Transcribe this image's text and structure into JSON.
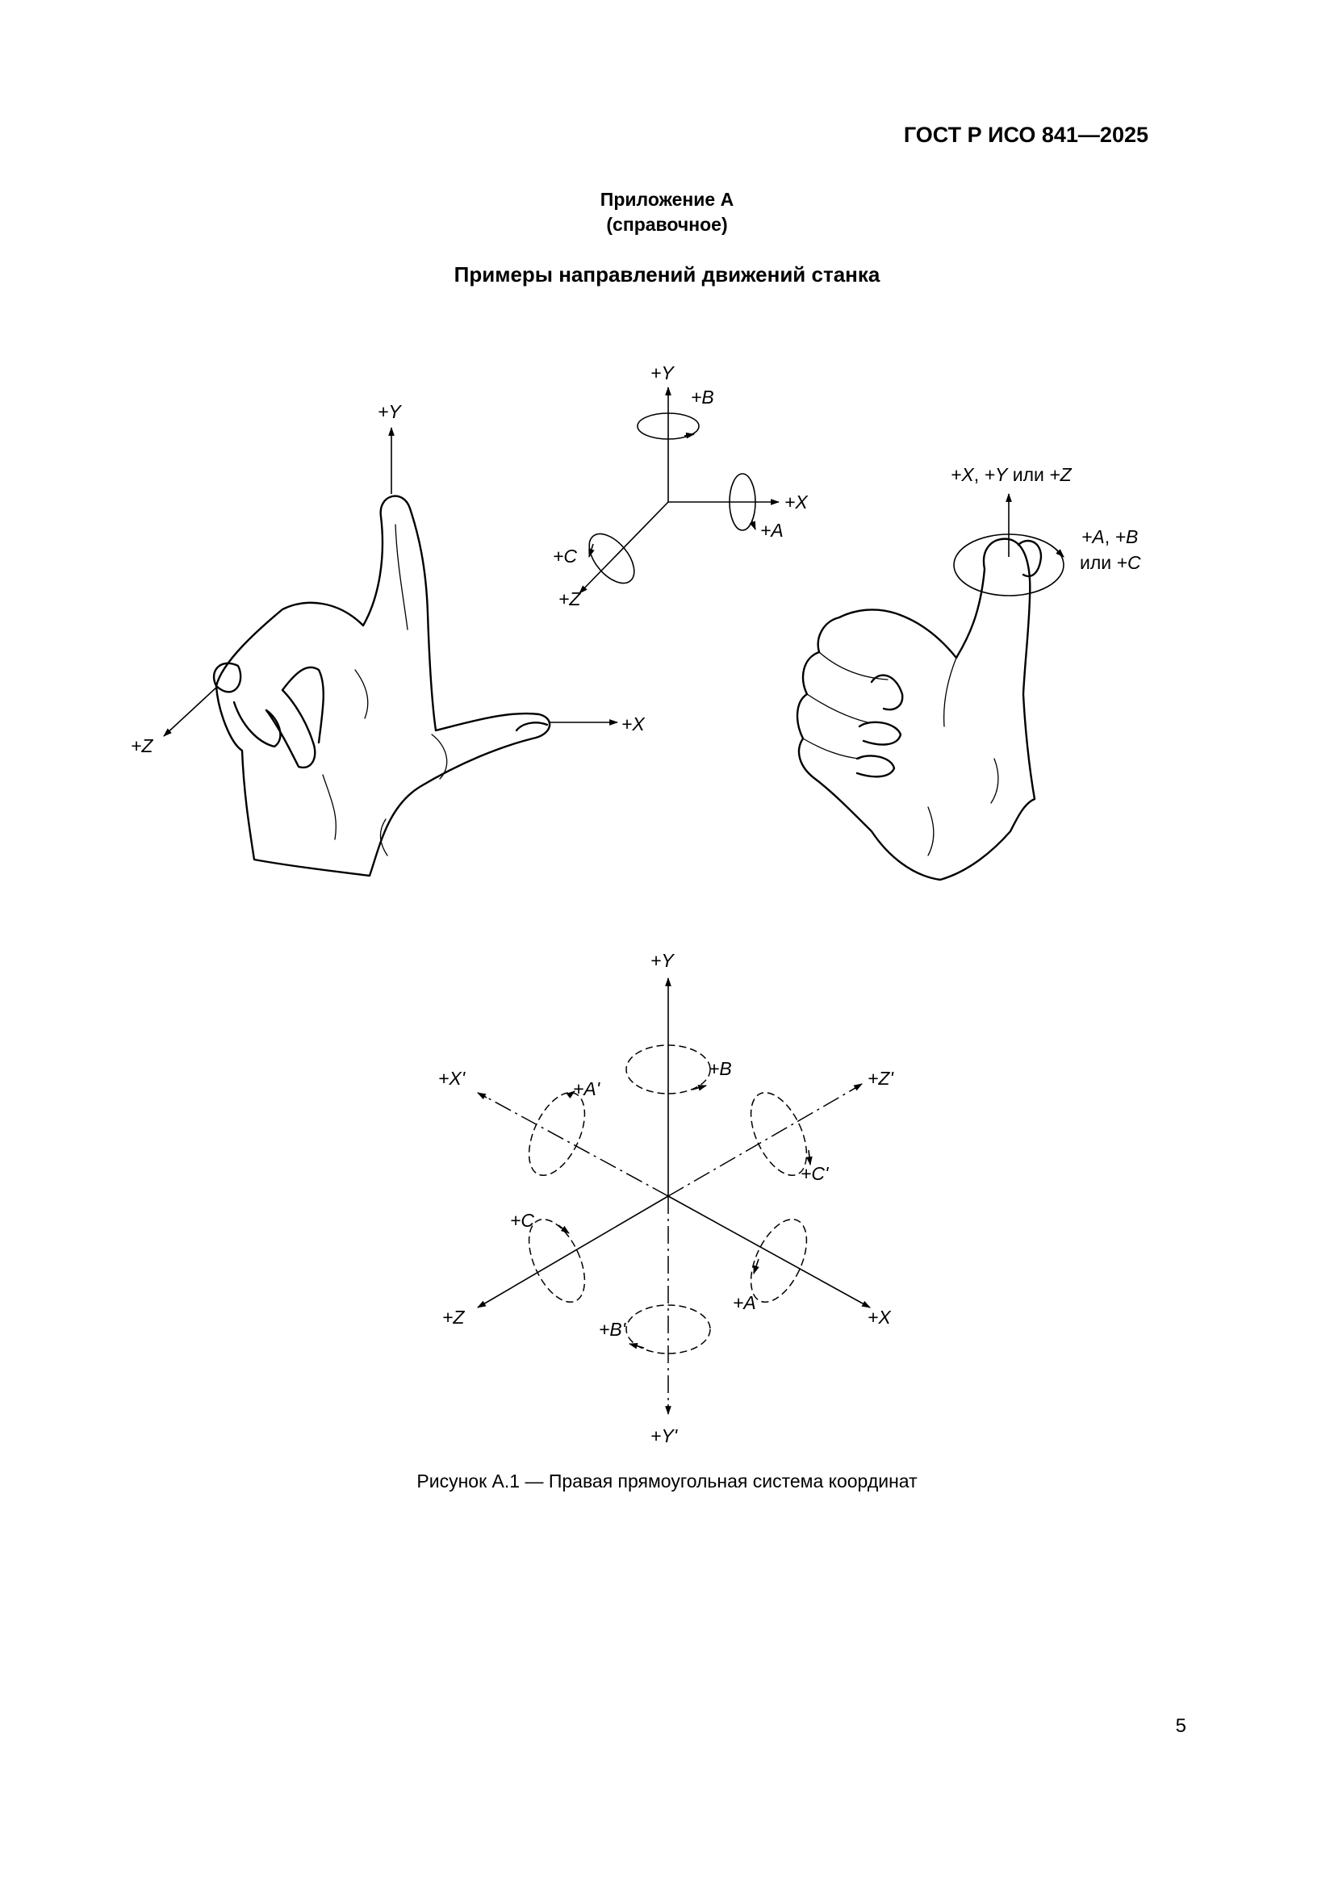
{
  "header": {
    "doc_id": "ГОСТ Р ИСО 841—2025"
  },
  "annex": {
    "line1": "Приложение А",
    "line2": "(справочное)"
  },
  "section_title": "Примеры направлений движений станка",
  "figure_left_hand": {
    "label_y": "+Y",
    "label_x": "+X",
    "label_z": "+Z"
  },
  "figure_axes_small": {
    "label_y": "+Y",
    "label_b": "+B",
    "label_x": "+X",
    "label_a": "+A",
    "label_c": "+C",
    "label_z": "+Z"
  },
  "figure_right_hand": {
    "label_axis_x": "+X",
    "label_axis_sep1": ", ",
    "label_axis_y": "+Y",
    "label_axis_or": " или ",
    "label_axis_z": "+Z",
    "label_rot_a": "+A",
    "label_rot_sep": ", ",
    "label_rot_b": "+B",
    "label_rot_or": "или ",
    "label_rot_c": "+C"
  },
  "figure_axes_large": {
    "label_y": "+Y",
    "label_y_neg": "+Y'",
    "label_x": "+X",
    "label_x_neg": "+X'",
    "label_z": "+Z",
    "label_z_neg": "+Z'",
    "label_a": "+A",
    "label_a_neg": "+A'",
    "label_b": "+B",
    "label_b_neg": "+B'",
    "label_c": "+C",
    "label_c_neg": "+C'"
  },
  "caption": "Рисунок А.1 — Правая прямоугольная система координат",
  "page_number": "5"
}
